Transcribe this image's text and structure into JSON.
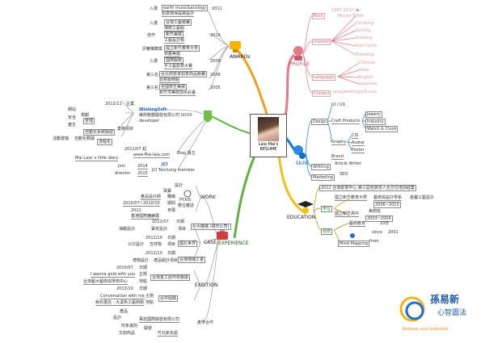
{
  "center": {
    "name": "Lala Mai's",
    "title": "RESUME"
  },
  "awards": {
    "label": "AWARDs",
    "groups": [
      {
        "cat": "入選",
        "year": "2011",
        "items": [
          "earth music&ecology",
          "創意環保提袋設計"
        ]
      },
      {
        "cat": "入選",
        "year": "",
        "items": [
          "台灣工藝競賽",
          "傳統工藝組"
        ]
      },
      {
        "cat": "佳作",
        "year": "2010",
        "items": [
          "新竹美展",
          "工藝設計類"
        ]
      },
      {
        "cat": "評審推薦獎",
        "year": "",
        "items": [
          "國立新竹教育大學",
          "校慶美展"
        ]
      },
      {
        "cat": "入選",
        "year": "2009",
        "items": [
          "國際服裝",
          "手工藝創意大賽"
        ]
      },
      {
        "cat": "第三名",
        "year": "2008",
        "items": [
          "台北商管家創意商品競賽",
          "創意服務組"
        ]
      },
      {
        "cat": "第三名",
        "year": "2005",
        "items": [
          "全國學生美展",
          "新竹市美術加水彩畫"
        ]
      }
    ]
  },
  "profile": {
    "label": "PROFILE",
    "born": {
      "label": "Born",
      "value": "1987.10.17",
      "sign": "♎"
    },
    "interest": {
      "label": "Interest",
      "values": [
        "Movie/ Toflet",
        "Climbing",
        "Cycling",
        "Reading",
        "Post Cards",
        "Traveling"
      ]
    },
    "language": {
      "label": "Language",
      "values": [
        "Chinese",
        "Haka",
        "English",
        "Japanese"
      ]
    },
    "contact": {
      "label": "Contact",
      "value": "lala@wishingsoft.com"
    }
  },
  "skills": {
    "label": "Skills",
    "design": {
      "label": "Design",
      "uiux": "UI / UX",
      "craft": "Craft Products",
      "craft_items": [
        "Jewery",
        "Industry",
        "Watch & Clock"
      ],
      "graphy": "Graphy",
      "graphy_items": [
        "CIS",
        "Avatar",
        "Poster"
      ],
      "brand": "Brand"
    },
    "writting": {
      "label": "Writting",
      "value": "Article Writer"
    },
    "marketing": {
      "label": "Marketing",
      "value": "SEO"
    }
  },
  "education": {
    "label": "EDUCATION",
    "top": "2012 台灣創意中心 第三屆包裝達人全方位培訓結業",
    "school": {
      "label": "學位",
      "univ": "國立新竹教育大學",
      "dept": "藝術與設計學系",
      "degree": "金屬工藝設計",
      "years1": "2006~2010",
      "hs": "國立新竹高中",
      "hs_dept": "美術班",
      "years2": "2003~2006"
    },
    "self": {
      "label": "自修",
      "course": "藝術教育",
      "course_n": "10年",
      "mm": "Mind Mapping",
      "since": "since",
      "since_year": "2001",
      "from": "from"
    }
  },
  "work": {
    "label": "WORK",
    "company_year": "2012/11",
    "company_status": "企業",
    "company_logo": "WishingSoft",
    "company_name": "維熙軟體開發有限公司 UI/UX",
    "company_role": "developer",
    "company_sub": "業務項目",
    "company_tasks": [
      "網站",
      "規劃",
      "安全",
      "管理",
      "產生",
      "自動化系統開發",
      "活動建檔",
      "自動化數據",
      "流程化"
    ],
    "blog_year": "2011/07 起",
    "blog_site": "www.Mai-lala.com",
    "blog_role": "Blog 版主",
    "blog_title": "Mai Lala' s little diary",
    "jci_join": "join",
    "jci_join_year": "2014",
    "jci_director": "director",
    "jci_director_year": "2015",
    "jci_logo": "JCI",
    "jci_name": "JCI Taichung member",
    "pyxis": {
      "name": "PYXIS",
      "role1": "設計",
      "role2": "珠寶",
      "item1": "產品設計師",
      "item1_r": "職稱",
      "years": "2010/07~2010/10",
      "years_r": "期間",
      "flat": "數位雜誌",
      "note": "2011",
      "note_r": "參展",
      "note2": "香港國際鐘錶展"
    }
  },
  "case": {
    "label": "CASE",
    "rows": [
      {
        "date": "2012/07",
        "tag": "日期"
      },
      {
        "client": "海報設計",
        "name": "寶安設計",
        "role": "項目",
        "detail": "巨大機械 (城市公司)"
      },
      {
        "date": "2012/10",
        "tag": "日期"
      },
      {
        "client": "公仔設計",
        "name": "吉祥物",
        "role": "項目",
        "detail": "國北世界"
      },
      {
        "date": "2012/10",
        "tag": "日期"
      },
      {
        "client": "禮物設計",
        "name": "禮品組計",
        "role": "項目",
        "detail": "台灣傳播工會"
      }
    ]
  },
  "exbition": {
    "label": "EXBITION",
    "rows": [
      {
        "date": "2010/07",
        "tag": "日期"
      },
      {
        "title": "I wanna gold with you",
        "role": "主題",
        "detail": "台灣金工創作校聯展"
      },
      {
        "place": "台灣藝大藝術與學術中心",
        "role": "地點"
      },
      {
        "date": "2013/10",
        "tag": "日期"
      },
      {
        "title": "Conversation with me",
        "role": "主題",
        "detail": "台中個展"
      },
      {
        "place": "稅石書店 - 大溪魚工藝術館",
        "role": "地點"
      }
    ]
  },
  "experience": {
    "label": "EXPERIENCE"
  },
  "product": {
    "label": "產學合作",
    "items": [
      "產品",
      "設計",
      "形象識別",
      "文創商品",
      "開發",
      "竹北新瓦屋",
      "萬岩國際開發有限公司"
    ]
  },
  "brand": {
    "zh": "孫易新",
    "sub": "心智圖法",
    "tagline": "Release your potential"
  },
  "colors": {
    "awards": "#f0a020",
    "profile": "#e27a88",
    "skills": "#1a7ad0",
    "education": "#f2c21b",
    "experience": "#62b146",
    "center": "#222222"
  }
}
